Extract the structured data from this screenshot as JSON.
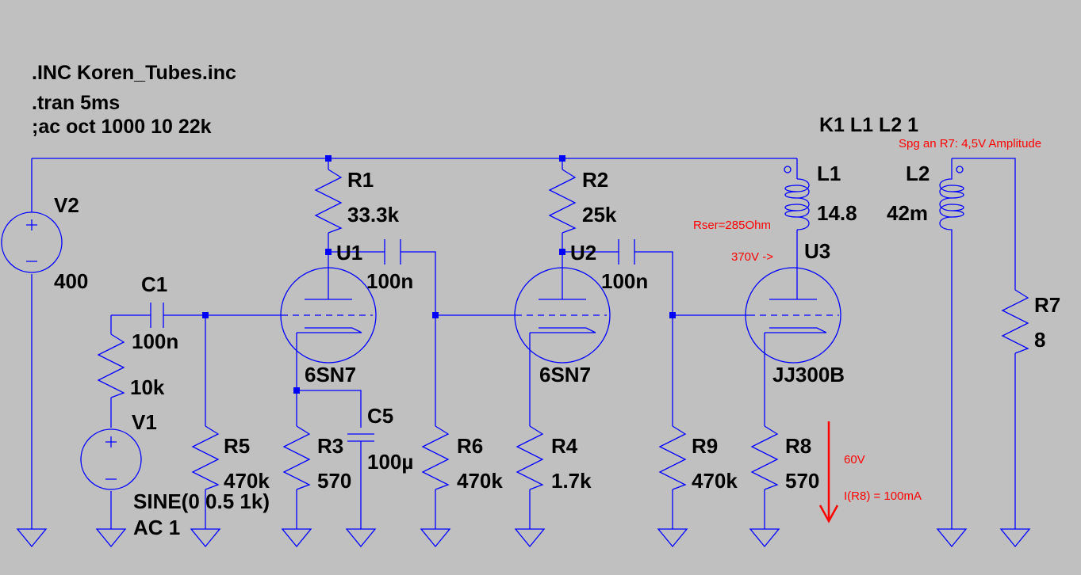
{
  "directives": {
    "inc": ".INC Koren_Tubes.inc",
    "tran": ".tran 5ms",
    "ac": ";ac oct 1000 10 22k",
    "coupling": "K1 L1 L2 1"
  },
  "components": {
    "V2": {
      "name": "V2",
      "value": "400"
    },
    "V1": {
      "name": "V1",
      "value": "SINE(0 0.5 1k)",
      "ac": "AC 1"
    },
    "C1": {
      "name": "C1",
      "value": "100n"
    },
    "R_in": {
      "value": "10k"
    },
    "R1": {
      "name": "R1",
      "value": "33.3k"
    },
    "R2": {
      "name": "R2",
      "value": "25k"
    },
    "U1": {
      "name": "U1",
      "model": "6SN7"
    },
    "U2": {
      "name": "U2",
      "model": "6SN7"
    },
    "U3": {
      "name": "U3",
      "model": "JJ300B"
    },
    "C_u1": {
      "value": "100n"
    },
    "C_u2": {
      "value": "100n"
    },
    "C5": {
      "name": "C5",
      "value": "100µ"
    },
    "R3": {
      "name": "R3",
      "value": "570"
    },
    "R4": {
      "name": "R4",
      "value": "1.7k"
    },
    "R5": {
      "name": "R5",
      "value": "470k"
    },
    "R6": {
      "name": "R6",
      "value": "470k"
    },
    "R9": {
      "name": "R9",
      "value": "470k"
    },
    "R8": {
      "name": "R8",
      "value": "570"
    },
    "L1": {
      "name": "L1",
      "value": "14.8"
    },
    "L2": {
      "name": "L2",
      "value": "42m"
    },
    "R7": {
      "name": "R7",
      "value": "8"
    }
  },
  "annotations": {
    "spg": "Spg an R7: 4,5V Amplitude",
    "rser": "Rser=285Ohm",
    "v370": "370V ->",
    "v60": "60V",
    "ir8": "I(R8) = 100mA"
  },
  "colors": {
    "wire": "#0000ff",
    "background": "#c0c0c0",
    "text": "#000000",
    "annotation": "#ff0000"
  }
}
